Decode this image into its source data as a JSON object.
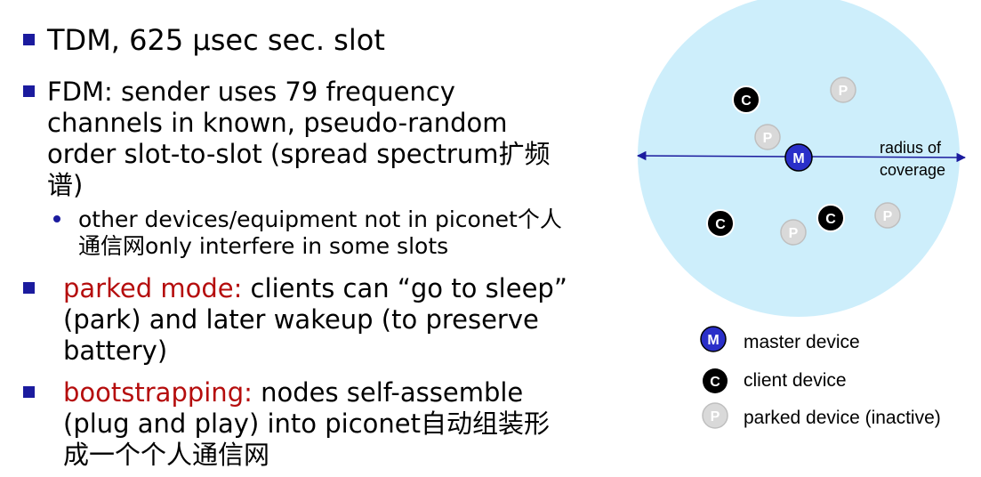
{
  "bullets": {
    "tdm": "TDM, 625 μsec sec. slot",
    "fdm": "FDM: sender uses 79 frequency channels in known, pseudo-random order slot-to-slot (spread spectrum扩频谱)",
    "fdm_lines": [
      "FDM: sender uses 79 frequency",
      "channels in known, pseudo-random",
      "order slot-to-slot (spread spectrum扩频",
      "谱)"
    ],
    "sub_lines": [
      "other devices/equipment not in piconet个人",
      "通信网only interfere in some slots"
    ],
    "parked_term": "parked mode:",
    "parked_lines": [
      " clients can “go to sleep”",
      "(park) and later wakeup (to preserve",
      "battery)"
    ],
    "boot_term": "bootstrapping:",
    "boot_lines": [
      " nodes self-assemble",
      "(plug and play) into piconet自动组装形",
      "成一个个人通信网"
    ]
  },
  "diagram": {
    "radius_label_line1": "radius of",
    "radius_label_line2": "coverage",
    "master_letter": "M",
    "client_letter": "C",
    "parked_letter": "P",
    "colors": {
      "coverage": "#cdeefb",
      "master": "#2a2fc9",
      "client": "#000000",
      "parked": "#d9d9d9",
      "arrow": "#1b1b9e"
    }
  },
  "legend": {
    "master": "master device",
    "client": "client device",
    "parked": "parked device (inactive)"
  }
}
